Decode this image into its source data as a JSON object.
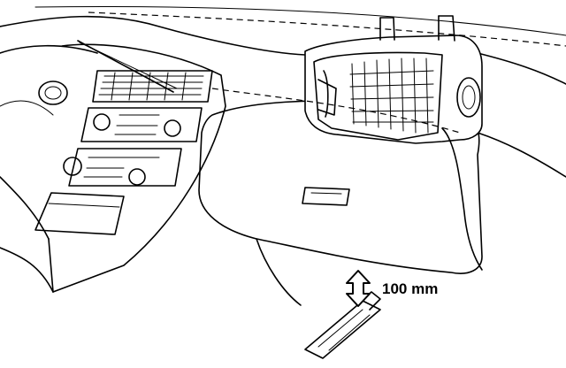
{
  "diagram": {
    "distance_label": "100 mm",
    "parts": {
      "air_vent": "air-vent-duct",
      "dashboard": "dashboard",
      "center_console": "center-console",
      "glove_box": "glove-box",
      "sensor": "temperature-sensor",
      "arrow": "double-arrow-icon"
    }
  }
}
